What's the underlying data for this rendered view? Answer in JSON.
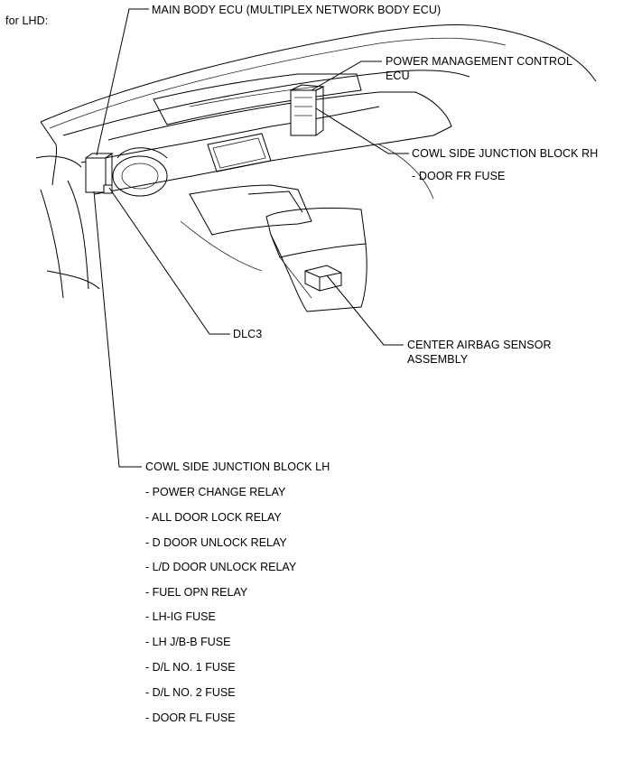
{
  "heading": "for LHD:",
  "labels": {
    "main_body_ecu": "MAIN BODY ECU (MULTIPLEX NETWORK BODY ECU)",
    "power_mgmt_line1": "POWER MANAGEMENT CONTROL",
    "power_mgmt_line2": "ECU",
    "cowl_rh": "COWL SIDE JUNCTION BLOCK RH",
    "cowl_rh_item": "- DOOR FR FUSE",
    "dlc3": "DLC3",
    "airbag_line1": "CENTER AIRBAG SENSOR",
    "airbag_line2": "ASSEMBLY",
    "cowl_lh": "COWL SIDE JUNCTION BLOCK LH"
  },
  "cowl_lh_items": [
    "- POWER CHANGE RELAY",
    "- ALL DOOR LOCK RELAY",
    "- D DOOR UNLOCK RELAY",
    "- L/D DOOR UNLOCK RELAY",
    "- FUEL OPN RELAY",
    "- LH-IG FUSE",
    "- LH J/B-B FUSE",
    "- D/L NO. 1 FUSE",
    "- D/L NO. 2 FUSE",
    "- DOOR FL FUSE"
  ]
}
